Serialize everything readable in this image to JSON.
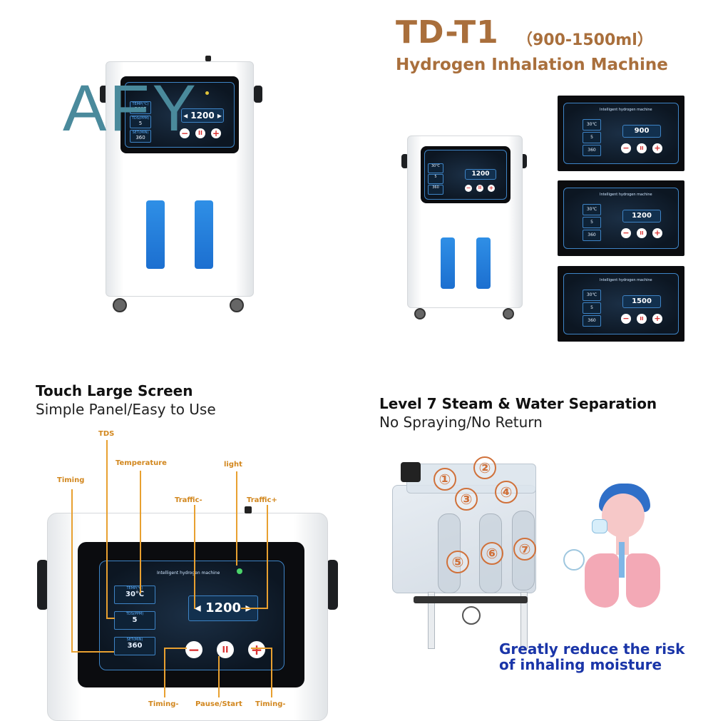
{
  "header": {
    "model": "TD-T1",
    "range": "（900-1500ml）",
    "subtitle": "Hydrogen Inhalation Machine"
  },
  "watermark": "AFY",
  "screen": {
    "app_title": "Intelligent hydrogen machine",
    "temp_label": "TEMP(℃)",
    "temp_value": "30℃",
    "tds_label": "TDS(PPM)",
    "tds_value": "5",
    "set_label": "SET(MIN)",
    "set_value": "360",
    "flow_main": "1200",
    "flow_options": [
      "900",
      "1200",
      "1500"
    ],
    "minus": "−",
    "pause": "II",
    "plus": "+"
  },
  "section_left": {
    "title": "Touch Large Screen",
    "subtitle": "Simple Panel/Easy to Use"
  },
  "section_right": {
    "title": "Level 7 Steam & Water Separation",
    "subtitle": "No Spraying/No Return",
    "note_line1": "Greatly reduce the risk",
    "note_line2": "of inhaling moisture",
    "stages": [
      "①",
      "②",
      "③",
      "④",
      "⑤",
      "⑥",
      "⑦"
    ]
  },
  "callouts": {
    "tds": "TDS",
    "temperature": "Temperature",
    "timing": "Timing",
    "light": "light",
    "traffic_minus": "Traffic-",
    "traffic_plus": "Traffic+",
    "timing_minus_left": "Timing-",
    "pause_start": "Pause/Start",
    "timing_minus_right": "Timing-"
  },
  "colors": {
    "brand_brown": "#a96f3c",
    "callout_orange": "#d2871e",
    "screen_blue": "#3e84c6",
    "panel_blue": "#2f8fe6",
    "note_blue": "#1a35a8"
  }
}
